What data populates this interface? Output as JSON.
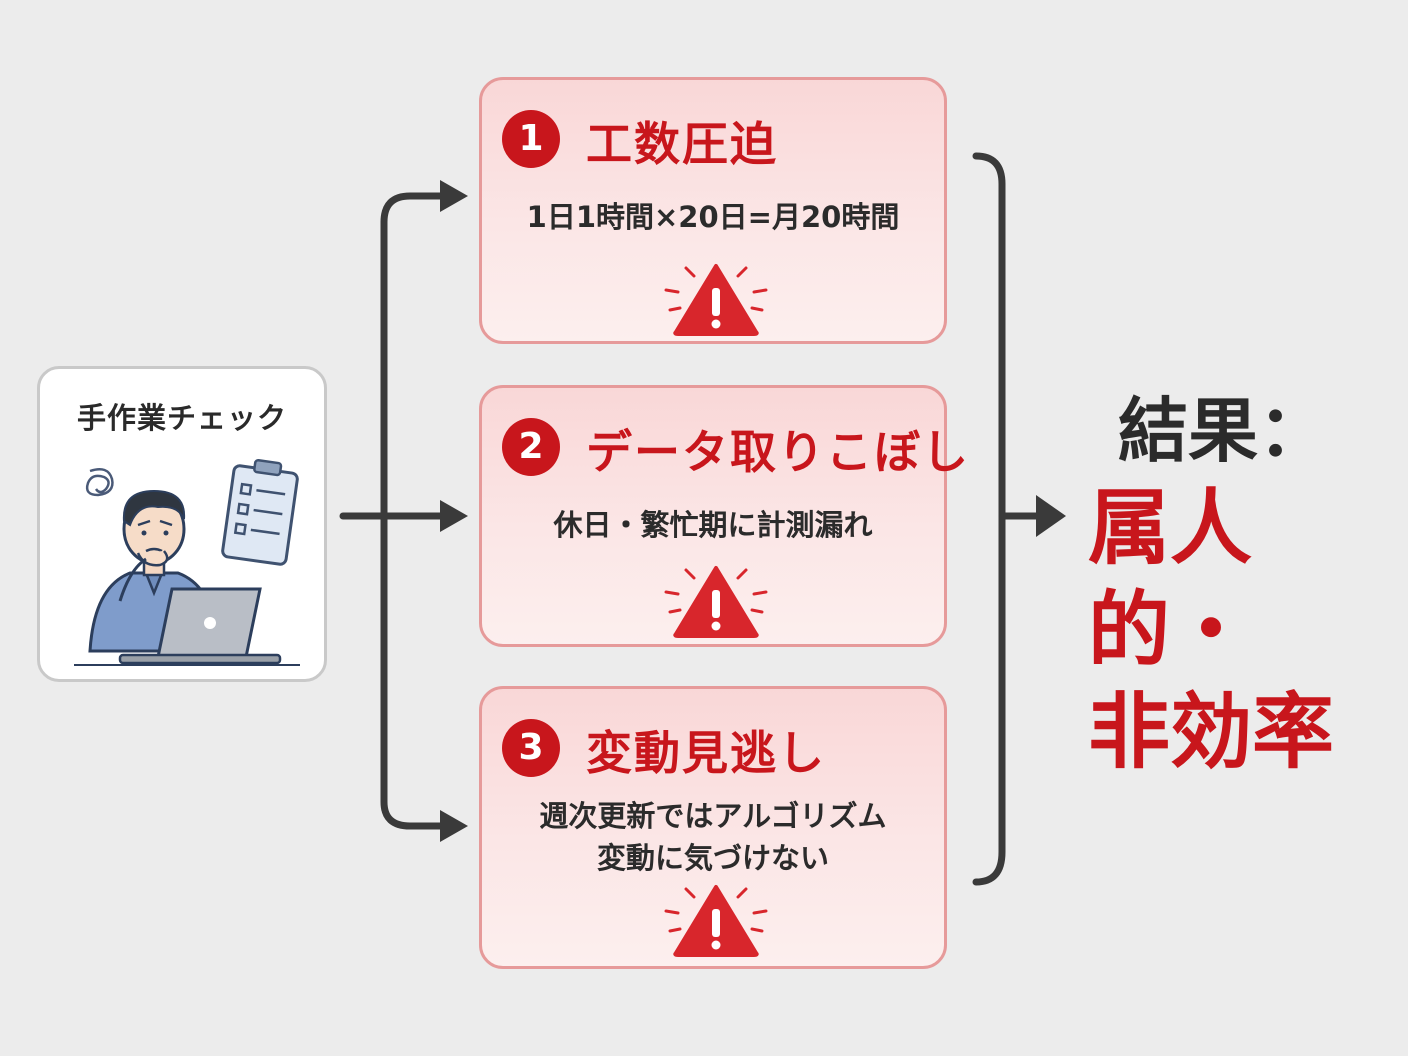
{
  "left_card": {
    "title": "手作業チェック",
    "illustration": "worried-man-at-laptop-with-checklist"
  },
  "problems": [
    {
      "number": "1",
      "title": "工数圧迫",
      "description": "1日1時間×20日=月20時間",
      "icon": "warning-icon"
    },
    {
      "number": "2",
      "title": "データ取りこぼし",
      "description": "休日・繁忙期に計測漏れ",
      "icon": "warning-icon"
    },
    {
      "number": "3",
      "title": "変動見逃し",
      "description": "週次更新ではアルゴリズム\n変動に気づけない",
      "icon": "warning-icon"
    }
  ],
  "result": {
    "label": "結果：",
    "value": "属人的・\n非効率"
  },
  "colors": {
    "accent_red": "#c8161c",
    "box_border": "#e69a9a",
    "box_fill": "#fbe3e3",
    "connector": "#3a3a3a",
    "background": "#ececec"
  }
}
